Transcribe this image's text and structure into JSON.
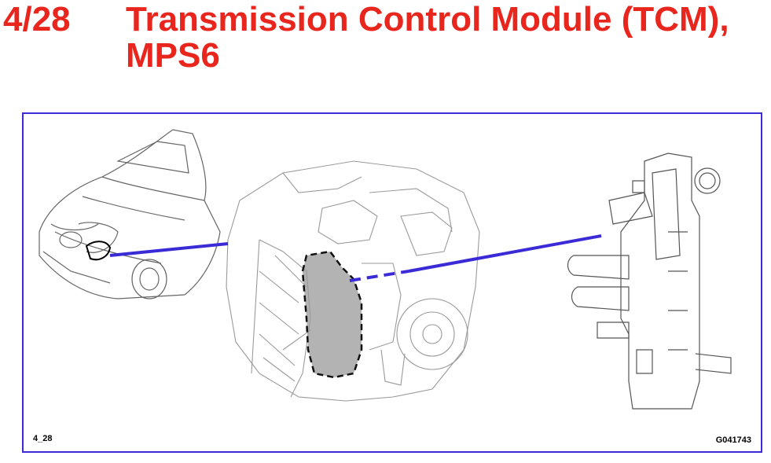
{
  "slide": {
    "page_number": "4/28",
    "title_line1": "Transmission Control Module (TCM),",
    "title_line2": "MPS6",
    "title_color": "#e8261d"
  },
  "figure": {
    "frame_color": "#3b2bd6",
    "leader_color": "#3b2bd6",
    "label_left": "4_28",
    "label_right": "G041743",
    "parts": [
      "car-illustration",
      "transmission-illustration",
      "tcm-module-illustration"
    ]
  }
}
